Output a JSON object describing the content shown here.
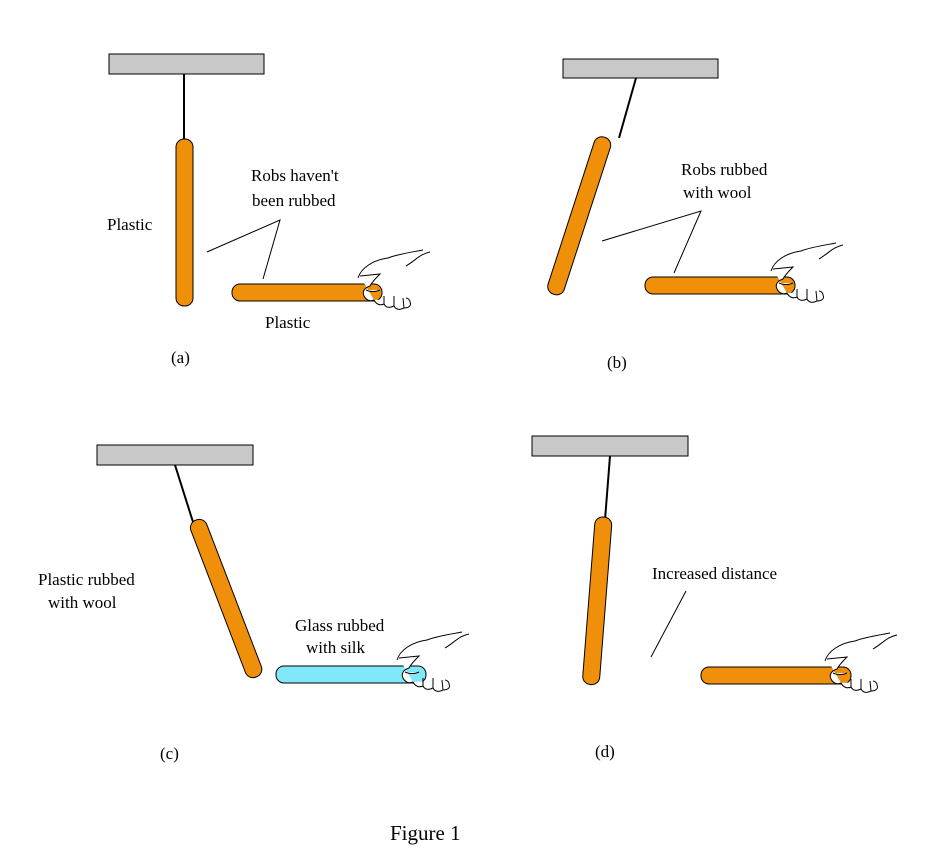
{
  "colors": {
    "plastic": "#f0900a",
    "glass": "#80e8f8",
    "support": "#c8c8c8"
  },
  "panels": [
    {
      "caption": "(a)",
      "labels": [
        "Plastic",
        "Robs haven't",
        "been rubbed",
        "Plastic"
      ]
    },
    {
      "caption": "(b)",
      "labels": [
        "Robs rubbed",
        "with wool"
      ]
    },
    {
      "caption": "(c)",
      "labels": [
        "Plastic rubbed",
        "with wool",
        "Glass rubbed",
        "with silk"
      ]
    },
    {
      "caption": "(d)",
      "labels": [
        "Increased distance"
      ]
    }
  ],
  "figure_title": "Figure 1"
}
